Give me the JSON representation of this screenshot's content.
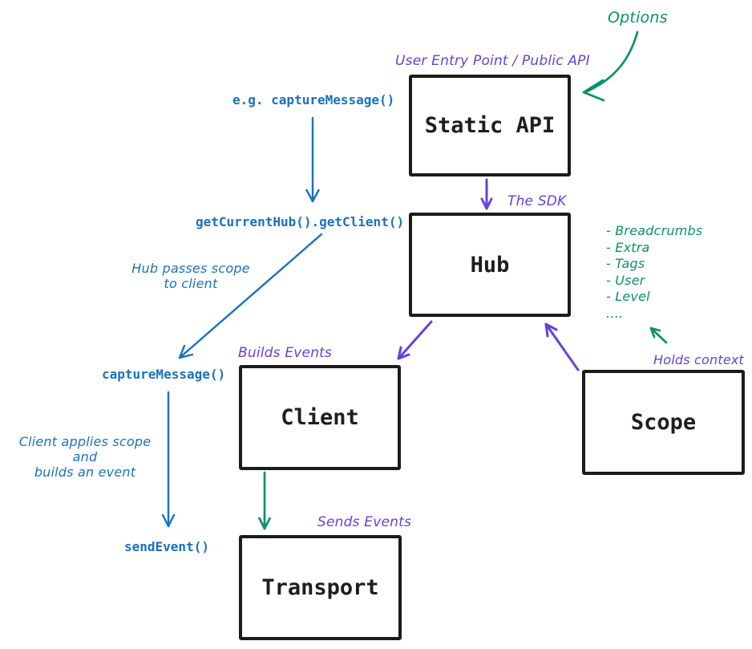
{
  "diagram": {
    "nodes": {
      "static_api": {
        "label": "Static API",
        "caption": "User Entry Point / Public API"
      },
      "hub": {
        "label": "Hub",
        "caption": "The SDK"
      },
      "client": {
        "label": "Client",
        "caption": "Builds Events"
      },
      "scope": {
        "label": "Scope",
        "caption": "Holds context"
      },
      "transport": {
        "label": "Transport",
        "caption": "Sends Events"
      }
    },
    "annotations": {
      "options": "Options",
      "example_call": "e.g. captureMessage()",
      "get_current_hub": "getCurrentHub().getClient()",
      "hub_passes_scope": "Hub passes scope\nto client",
      "capture_message": "captureMessage()",
      "client_applies_scope": "Client applies scope and\nbuilds an event",
      "send_event": "sendEvent()"
    },
    "scope_context_items": [
      "- Breadcrumbs",
      "- Extra",
      "- Tags",
      "- User",
      "- Level",
      "...."
    ],
    "colors": {
      "code_blue": "#1971c2",
      "label_purple": "#6741d9",
      "context_green": "#099268",
      "box_border_black": "#1b1b1b"
    }
  }
}
